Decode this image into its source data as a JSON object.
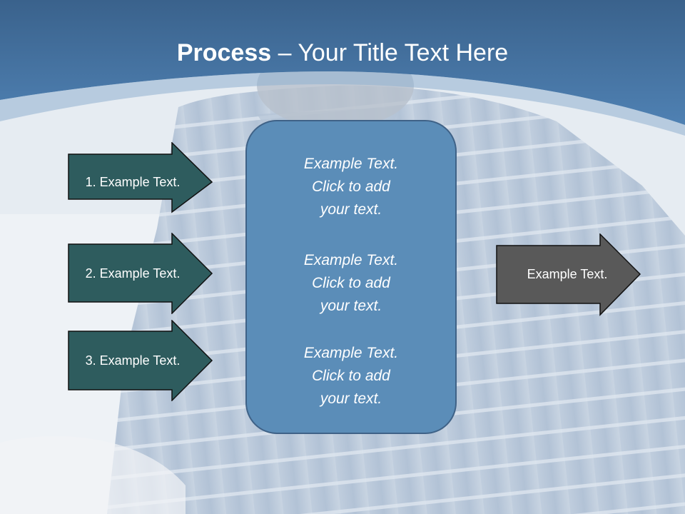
{
  "slide": {
    "title_bold": "Process",
    "title_rest": " – Your Title Text Here"
  },
  "left_arrows": [
    {
      "label": "1. Example Text."
    },
    {
      "label": "2. Example Text."
    },
    {
      "label": "3. Example Text."
    }
  ],
  "center_box": {
    "blocks": [
      {
        "lines": [
          "Example Text.",
          "Click  to add",
          "your text."
        ]
      },
      {
        "lines": [
          "Example Text.",
          "Click  to add",
          "your text."
        ]
      },
      {
        "lines": [
          "Example Text.",
          "Click  to add",
          "your text."
        ]
      }
    ]
  },
  "right_arrow": {
    "label": "Example Text."
  },
  "colors": {
    "header_blue": "#3f6d9e",
    "arrow_teal": "#2e5c5e",
    "center_box": "#5b8db8",
    "right_arrow": "#595959"
  }
}
